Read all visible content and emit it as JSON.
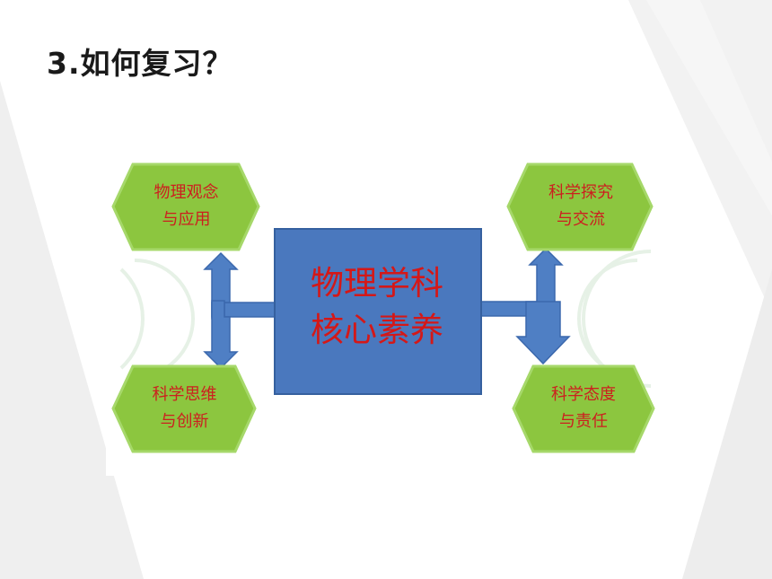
{
  "slide": {
    "title": "3.如何复习？"
  },
  "diagram": {
    "center": {
      "line1": "物理学科",
      "line2": "核心素养"
    },
    "nodes": {
      "top_left": {
        "line1": "物理观念",
        "line2": "与应用"
      },
      "bottom_left": {
        "line1": "科学思维",
        "line2": "与创新"
      },
      "top_right": {
        "line1": "科学探究",
        "line2": "与交流"
      },
      "bottom_right": {
        "line1": "科学态度",
        "line2": "与责任"
      }
    },
    "colors": {
      "hex_fill": "#8cc63f",
      "hex_stroke": "#9fd25a",
      "core_fill": "#4a78be",
      "core_stroke": "#35609f",
      "arrow_fill": "#4f7fc4",
      "label_color": "#cc1f1f"
    }
  }
}
